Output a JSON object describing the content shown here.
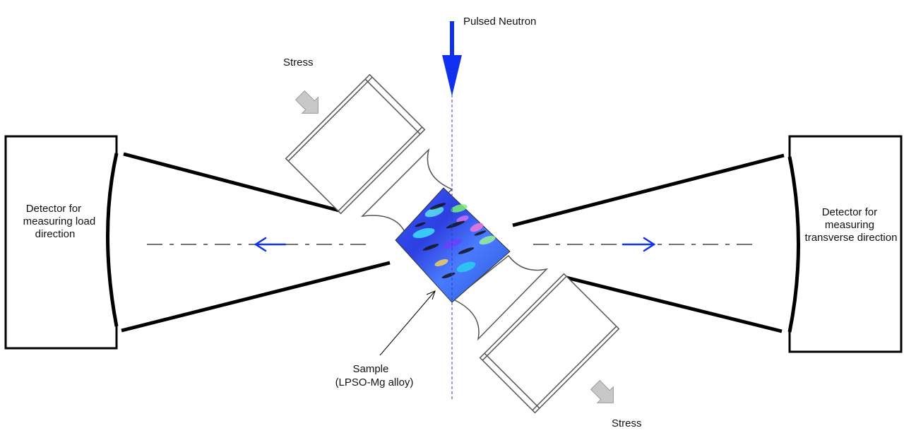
{
  "labels": {
    "pulsed_neutron": "Pulsed Neutron",
    "stress_top": "Stress",
    "stress_bottom": "Stress",
    "detector_left": [
      "Detector for",
      "measuring load",
      "direction"
    ],
    "detector_right": [
      "Detector for",
      "measuring",
      "transverse direction"
    ],
    "sample": [
      "Sample",
      "(LPSO-Mg alloy)"
    ]
  },
  "colors": {
    "neutron_blue": "#1030f0",
    "beam_line": "#2040c0",
    "stress_arrow": "#c8c8c8",
    "outline": "#000000",
    "grip_outline": "#555555"
  }
}
